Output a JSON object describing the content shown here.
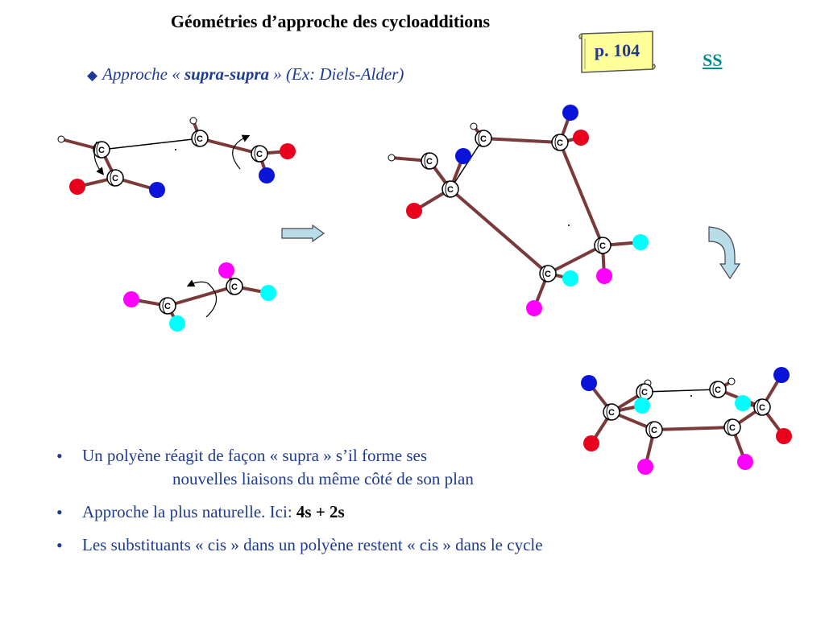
{
  "slide": {
    "title": "Géométries d’approche des cycloadditions",
    "subtitle_bullet": "◆",
    "subtitle_prefix": "Approche « ",
    "subtitle_strong": "supra-supra",
    "subtitle_suffix": " » (Ex: Diels-Alder)",
    "page_note": "p. 104",
    "link": "SS",
    "atom_label": "C",
    "bullets": [
      {
        "line1": "Un polyène réagit de façon « supra » s’il forme ses",
        "line2": "nouvelles liaisons du même côté de son plan"
      },
      {
        "text": "Approche la plus naturelle. Ici: ",
        "strong": "4s + 2s"
      },
      {
        "text": "Les substituants « cis » dans un polyène restent « cis » dans le cycle"
      }
    ]
  },
  "colors": {
    "text_blue": "#1f3a93",
    "link_teal": "#008b8b",
    "note_yellow": "#ffff99",
    "atom_red": "#e8001c",
    "atom_blue": "#0a14d8",
    "atom_magenta": "#ff00ff",
    "atom_cyan": "#00ffff",
    "arrow_fill": "#b8dce8"
  },
  "icons": {
    "bullet": "round-bullet-icon",
    "rotation": "curved-arrow-icon",
    "reaction": "block-arrow-icon",
    "note": "scroll-note-icon"
  }
}
